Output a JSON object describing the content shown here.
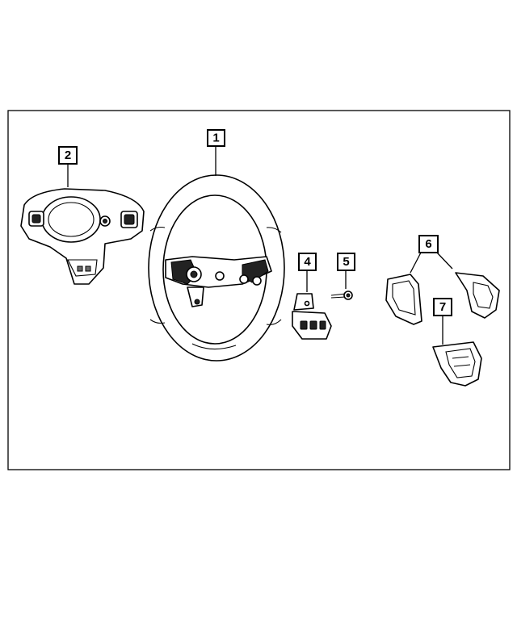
{
  "callouts": [
    {
      "id": "1",
      "label": "1"
    },
    {
      "id": "2",
      "label": "2"
    },
    {
      "id": "4",
      "label": "4"
    },
    {
      "id": "5",
      "label": "5"
    },
    {
      "id": "6",
      "label": "6"
    },
    {
      "id": "7",
      "label": "7"
    }
  ],
  "colors": {
    "line": "#000000",
    "background": "#ffffff"
  }
}
